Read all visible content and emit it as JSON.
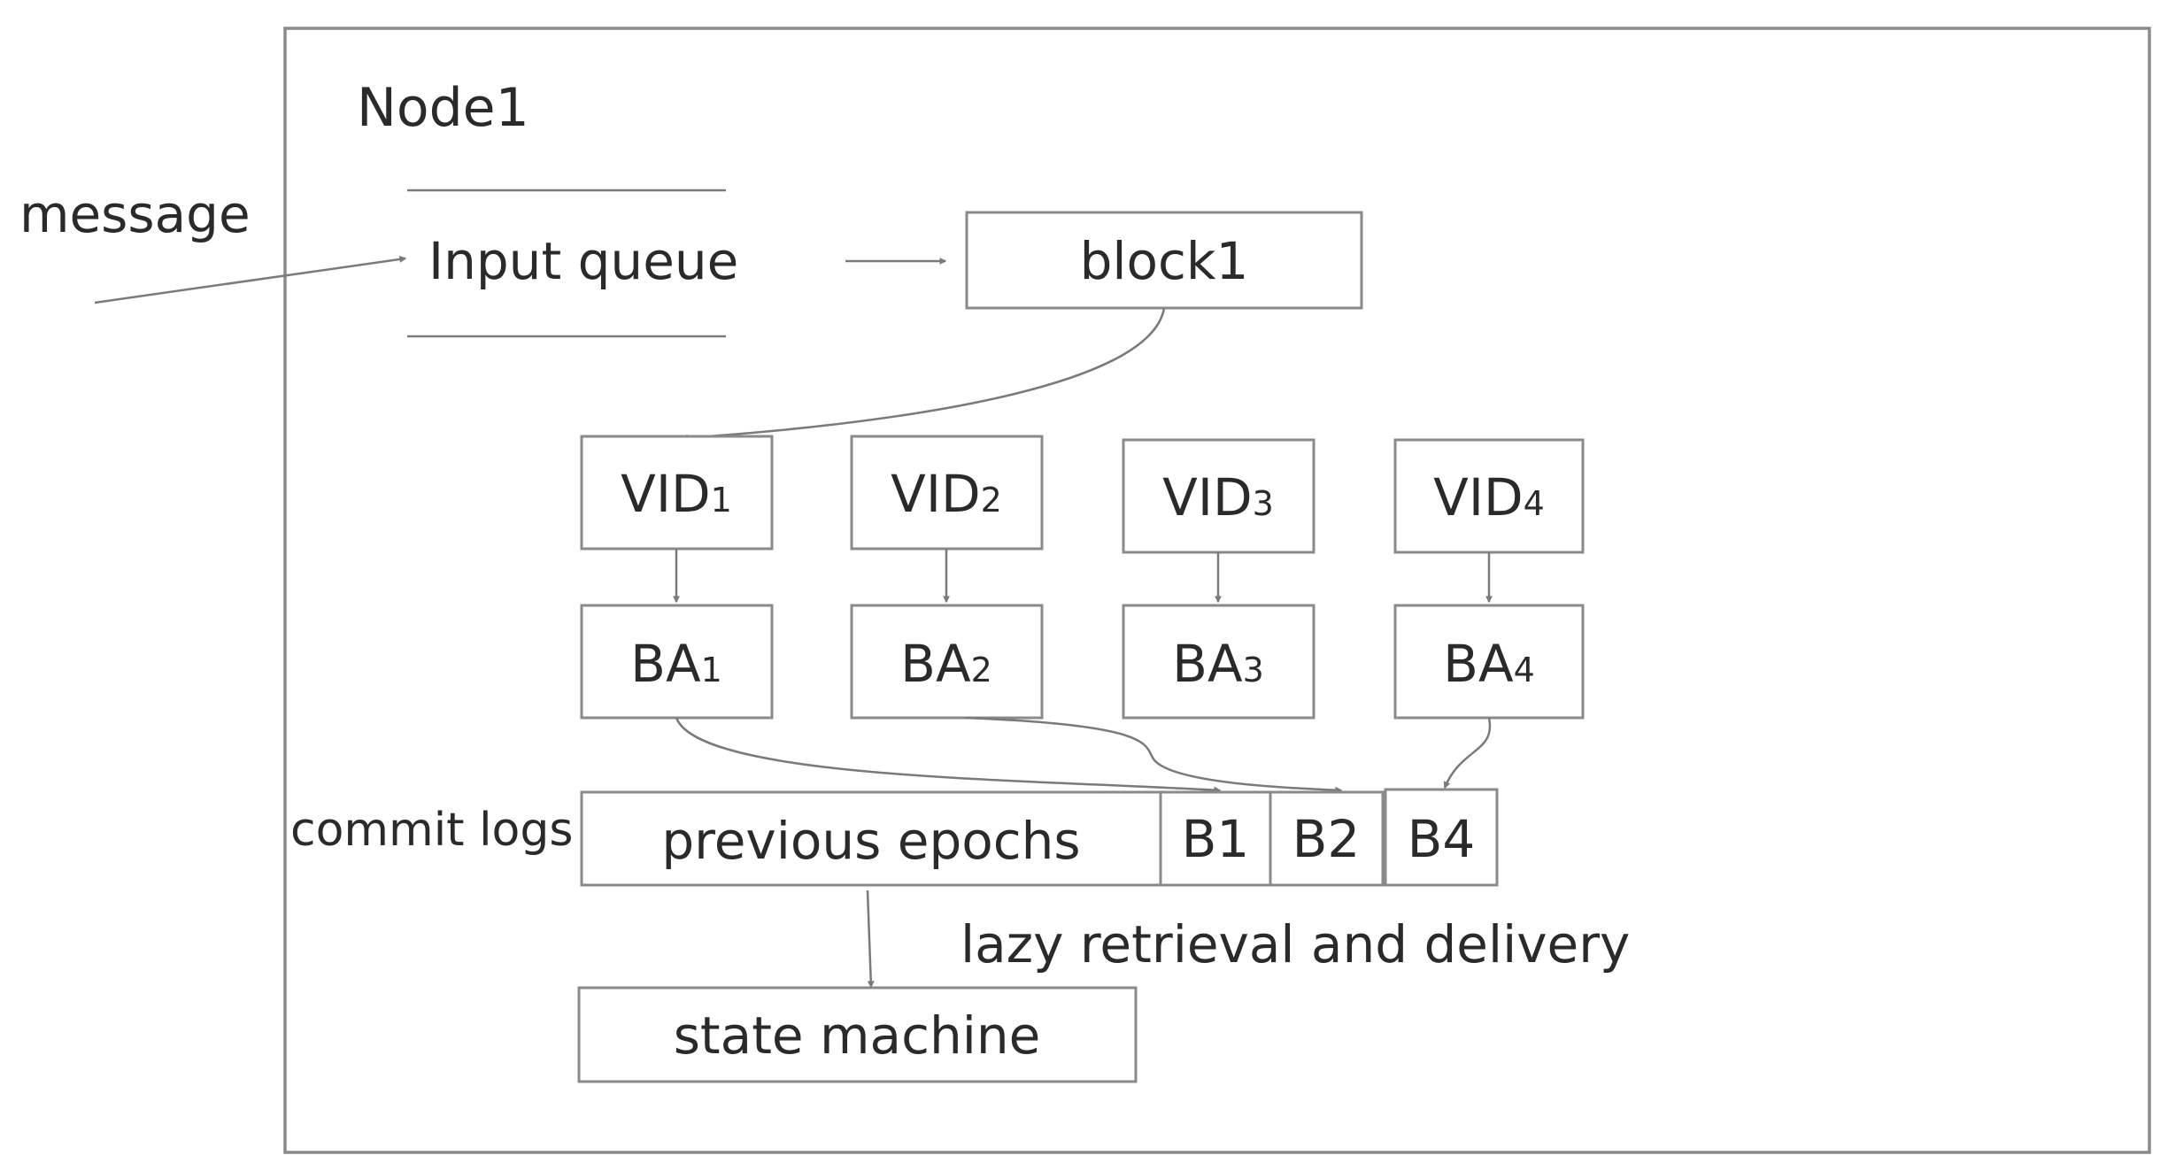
{
  "node": {
    "title": "Node1"
  },
  "message_label": "message",
  "input_queue": {
    "label": "Input queue"
  },
  "block": {
    "label": "block1"
  },
  "vids": [
    {
      "base": "VID",
      "sub": "1"
    },
    {
      "base": "VID",
      "sub": "2"
    },
    {
      "base": "VID",
      "sub": "3"
    },
    {
      "base": "VID",
      "sub": "4"
    }
  ],
  "bas": [
    {
      "base": "BA",
      "sub": "1"
    },
    {
      "base": "BA",
      "sub": "2"
    },
    {
      "base": "BA",
      "sub": "3"
    },
    {
      "base": "BA",
      "sub": "4"
    }
  ],
  "commit_logs": {
    "label": "commit logs",
    "previous_label": "previous epochs",
    "slots": [
      "B1",
      "B2",
      "B4"
    ]
  },
  "lazy_label": "lazy retrieval and delivery",
  "state_machine": {
    "label": "state machine"
  },
  "colors": {
    "stroke": "#8a8a8a",
    "arrow": "#7a7a7a",
    "text": "#2a2a2a"
  }
}
